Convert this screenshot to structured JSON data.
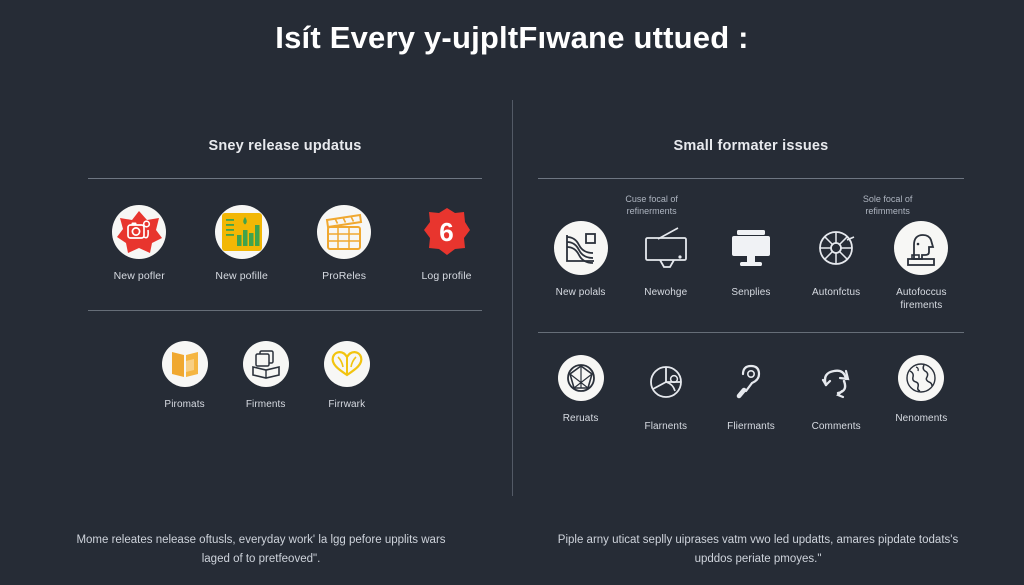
{
  "title": "Isít Every y-ujpltFıwane uttued :",
  "theme": {
    "background": "#262c36",
    "text_primary": "#ffffff",
    "text_secondary": "#d7dbe2",
    "text_muted": "#aeb5c0",
    "rule": "#818a96",
    "accent_red": "#e8352e",
    "accent_orange": "#f0a830",
    "accent_yellow": "#f2c40f",
    "accent_green": "#3fa34d",
    "badge_white": "#f7f7f5"
  },
  "left": {
    "heading": "Sney release updatus",
    "row1": [
      {
        "label": "New pofler",
        "icon": "red-star-camera-icon"
      },
      {
        "label": "New pofille",
        "icon": "bar-chart-icon"
      },
      {
        "label": "ProReles",
        "icon": "calendar-clapper-icon"
      },
      {
        "label": "Log profile",
        "icon": "notification-count-badge-icon",
        "count": "6"
      }
    ],
    "row2": [
      {
        "label": "Piromats",
        "icon": "open-folder-icon"
      },
      {
        "label": "Firments",
        "icon": "book-screen-icon"
      },
      {
        "label": "Firrwark",
        "icon": "open-book-icon"
      }
    ],
    "footer": "Mome releates nelease oftusls, everyday work' la lgg pefore upplits wars laged of to pretfeoved\"."
  },
  "right": {
    "heading": "Small formater issues",
    "subcaptions": [
      "Cuse focal of\nrefinerments",
      "Sole focal of\nrefimments"
    ],
    "row1": [
      {
        "label": "New polals",
        "icon": "layered-chart-icon"
      },
      {
        "label": "Newohge",
        "icon": "tv-antenna-icon"
      },
      {
        "label": "Senplies",
        "icon": "monitor-icon"
      },
      {
        "label": "Autonfctus",
        "icon": "aperture-wheel-icon"
      },
      {
        "label": "Autofoccus firements",
        "icon": "head-bust-icon"
      }
    ],
    "row2": [
      {
        "label": "Reruats",
        "icon": "polygon-circle-icon"
      },
      {
        "label": "Flarnents",
        "icon": "pie-segments-icon"
      },
      {
        "label": "Fliermants",
        "icon": "question-hook-icon"
      },
      {
        "label": "Comments",
        "icon": "sync-arrows-icon"
      },
      {
        "label": "Nenoments",
        "icon": "globe-icon"
      }
    ],
    "footer": "Piple arny uticat seplly uiprases vatm vwo led updatts, amares pipdate todats's upddos periate pmoyes.\""
  }
}
